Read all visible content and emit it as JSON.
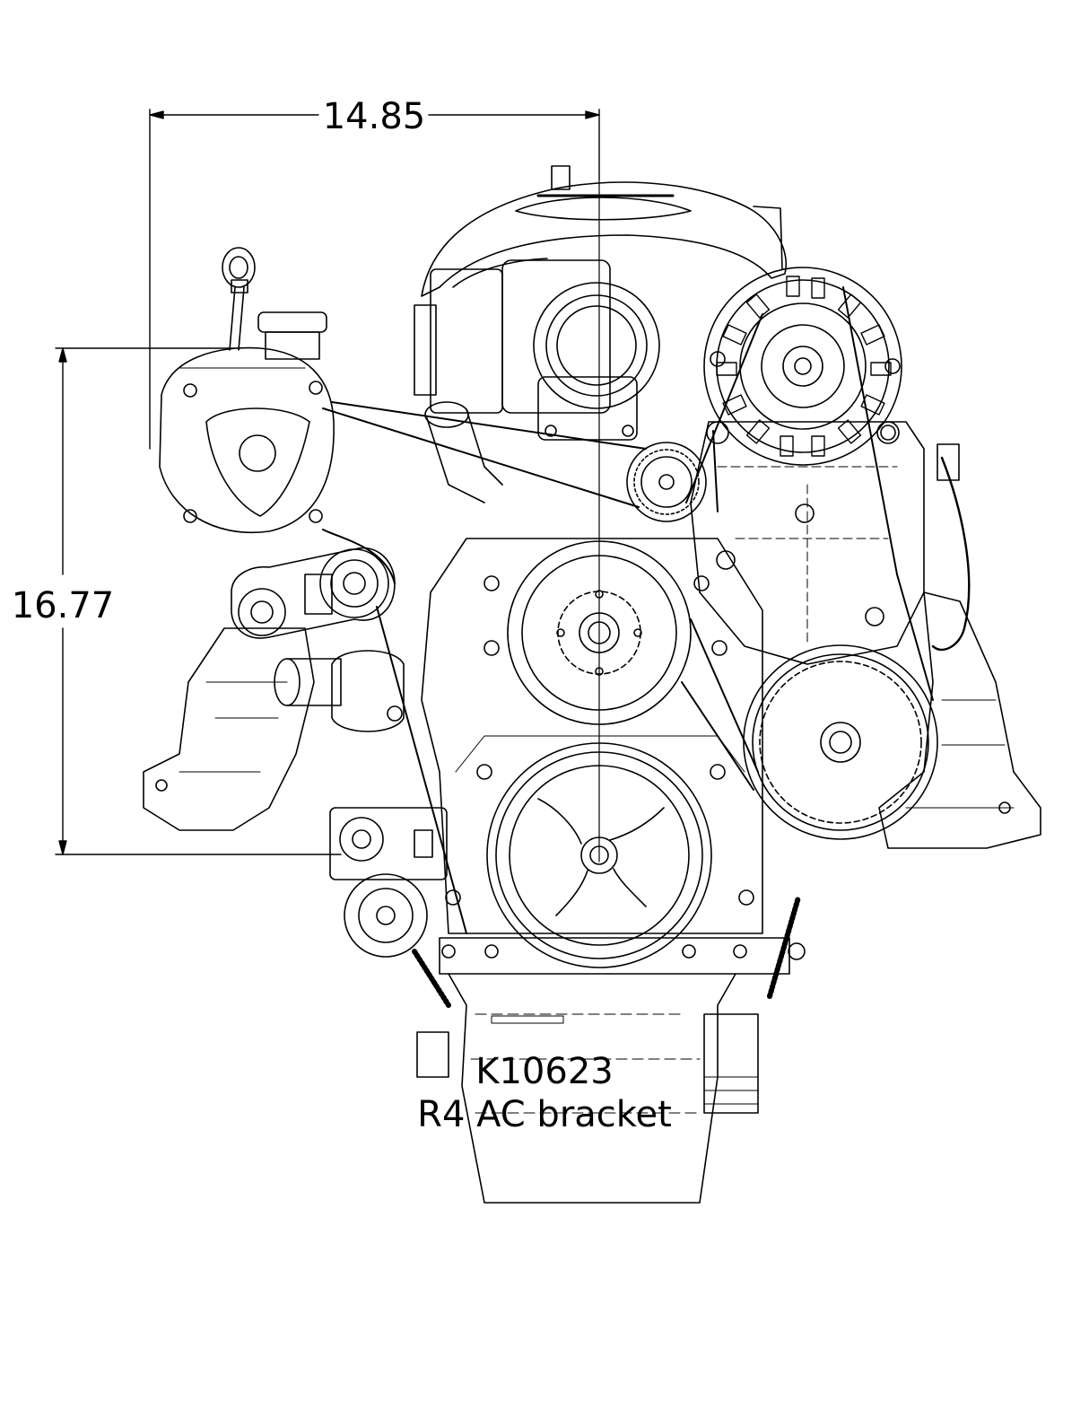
{
  "dimensions": {
    "width_value": "14.85",
    "height_value": "16.77"
  },
  "caption": {
    "part_number": "K10623",
    "description": "R4 AC bracket"
  },
  "colors": {
    "line": "#000000",
    "background": "#ffffff"
  }
}
